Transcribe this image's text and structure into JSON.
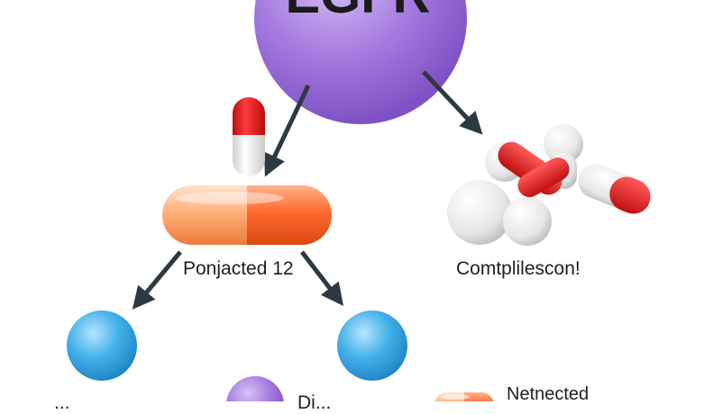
{
  "diagram": {
    "nodes": {
      "top_node": {
        "label": "EGFR"
      },
      "pill_node": {
        "label": "Ponjacted 12"
      },
      "complex_node": {
        "label": "Comtplilescon!"
      },
      "bottom_left": {
        "label": "..."
      },
      "bottom_mid": {
        "label": "Di..."
      },
      "bottom_right": {
        "label": "Netnected"
      }
    },
    "colors": {
      "purple": "#a97ee0",
      "blue": "#3ea9e4",
      "orange": "#ff7a45",
      "red": "#e01e1e",
      "arrow": "#2c3a40"
    }
  }
}
